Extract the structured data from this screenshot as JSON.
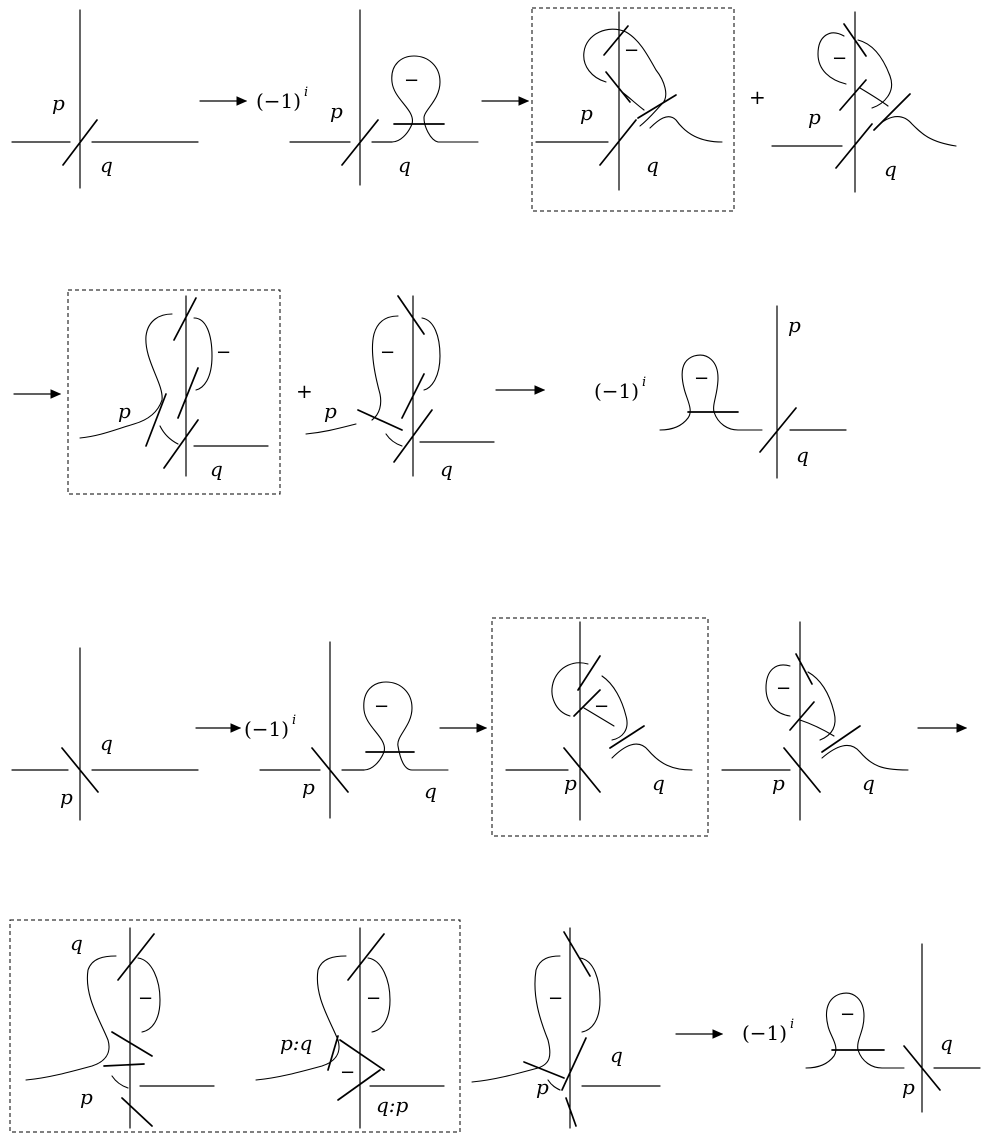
{
  "labels": {
    "p": "p",
    "q": "q",
    "pq": "p:q",
    "qp": "q:p"
  },
  "operators": {
    "sign_base": "(−1)",
    "sign_exp": "i",
    "plus": "+",
    "minus": "−"
  }
}
